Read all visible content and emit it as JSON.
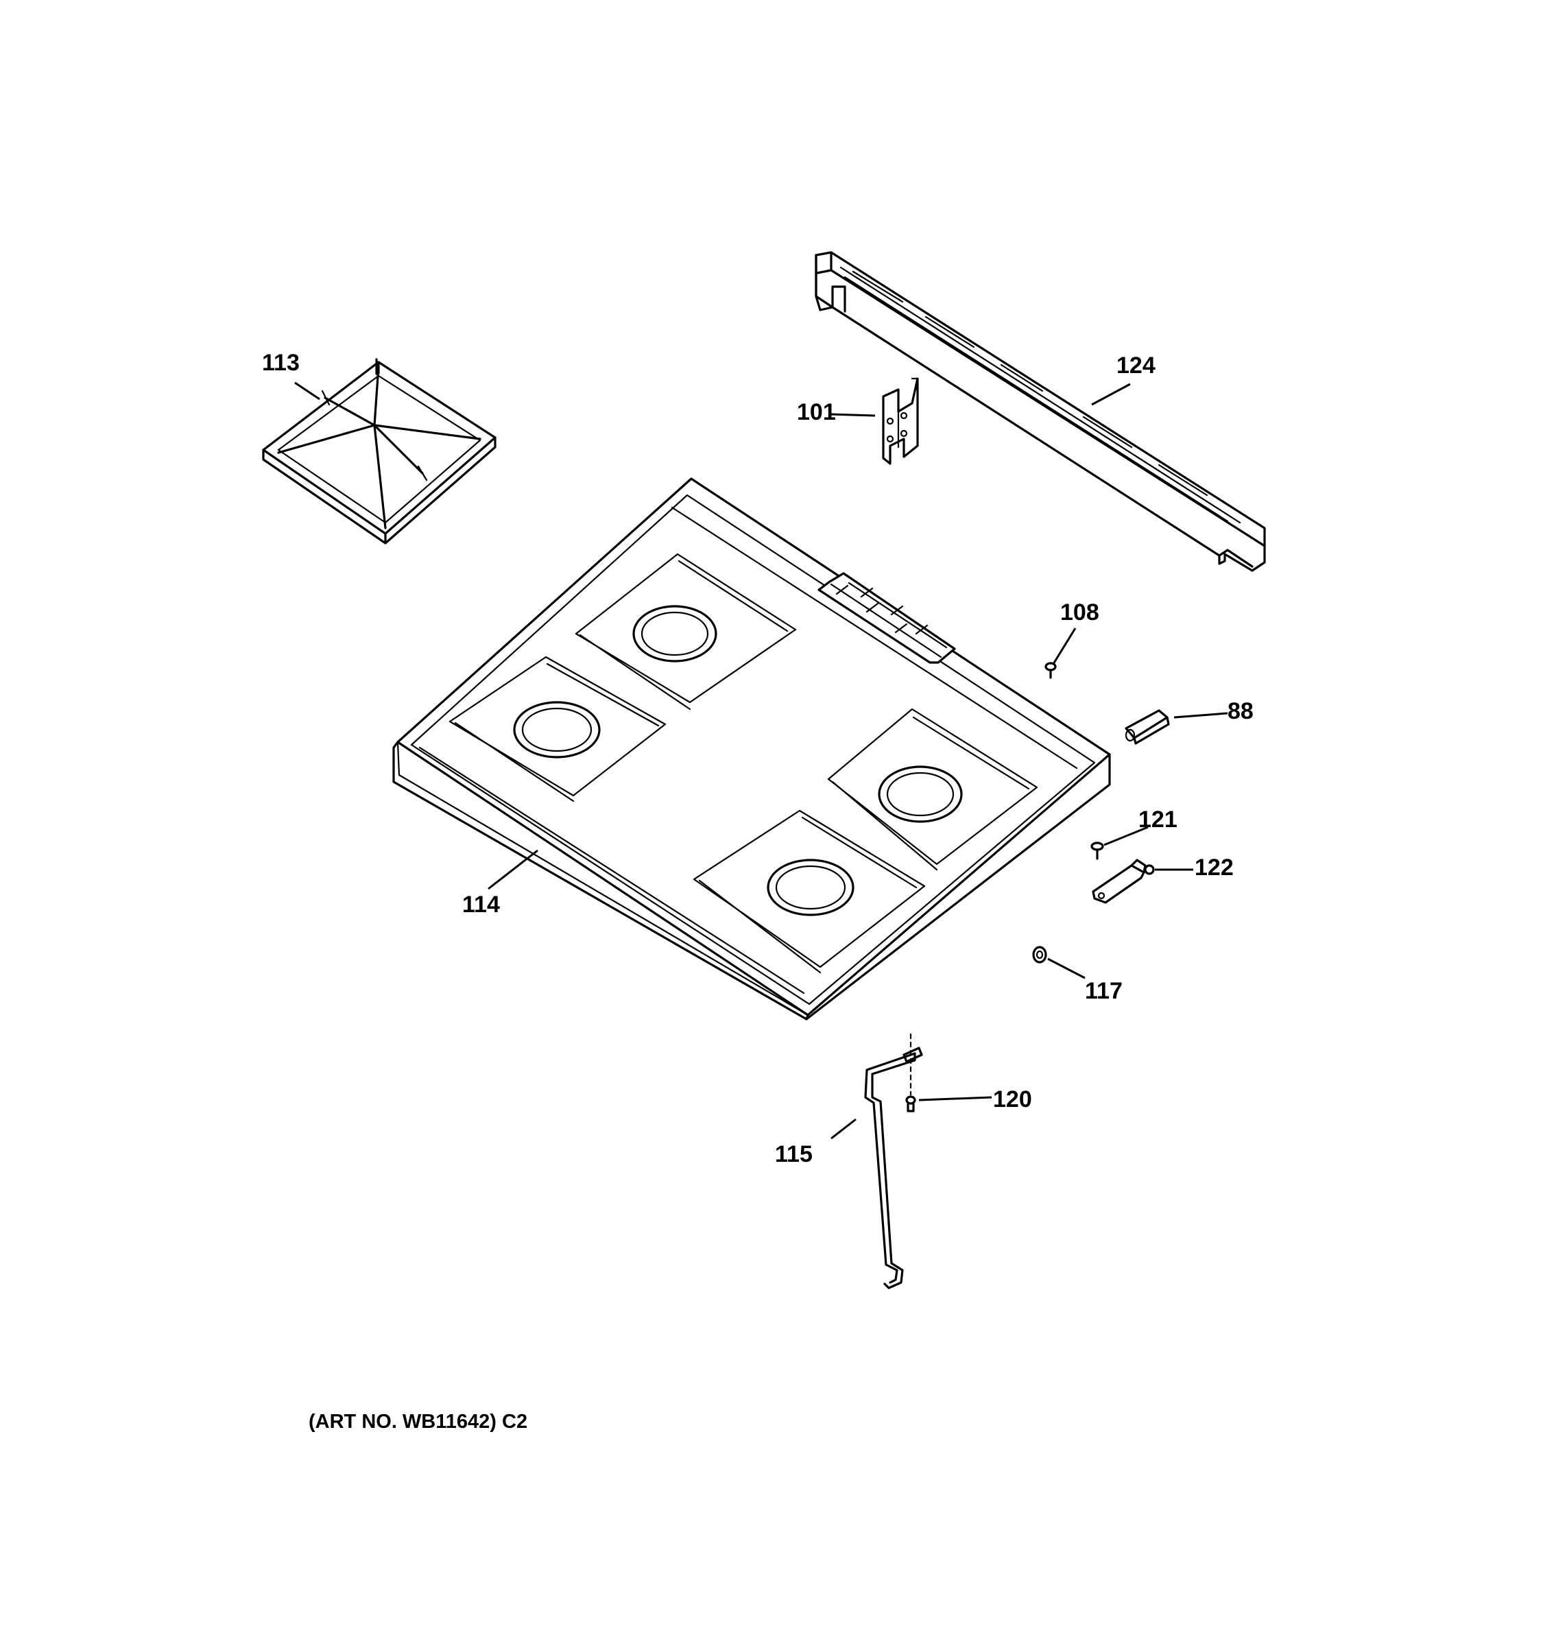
{
  "diagram": {
    "art_number": "(ART NO. WB11642) C2",
    "callouts": {
      "grate": "113",
      "cooktop": "114",
      "bracket": "101",
      "trim": "124",
      "screw_top": "108",
      "insulator": "88",
      "screw_side": "121",
      "clip": "122",
      "nut": "117",
      "screw_rod": "120",
      "rod": "115"
    }
  }
}
